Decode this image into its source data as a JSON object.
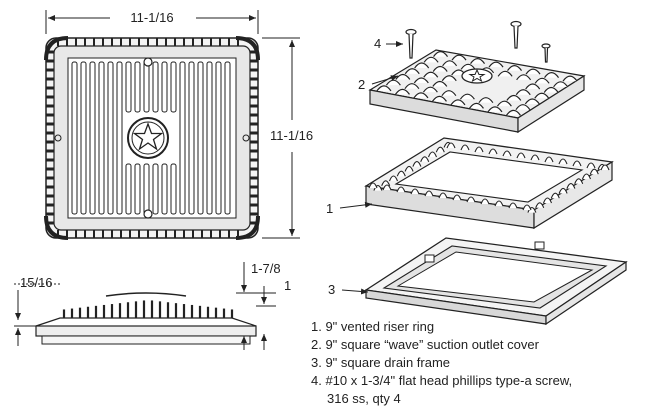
{
  "dimensions": {
    "top_width": "11-1/16",
    "side_height": "11-1/16",
    "side_view_left": "15/16",
    "side_view_top_right": "1-7/8",
    "side_view_right": "1"
  },
  "callouts": [
    "1",
    "2",
    "3",
    "4"
  ],
  "legend": [
    {
      "text": "1. 9\" vented riser ring"
    },
    {
      "text": "2. 9\" square “wave” suction outlet cover"
    },
    {
      "text": "3. 9\" square drain frame"
    },
    {
      "text": "4. #10 x 1-3/4\" flat head phillips type-a screw,",
      "continuation": "316 ss, qty 4"
    }
  ]
}
